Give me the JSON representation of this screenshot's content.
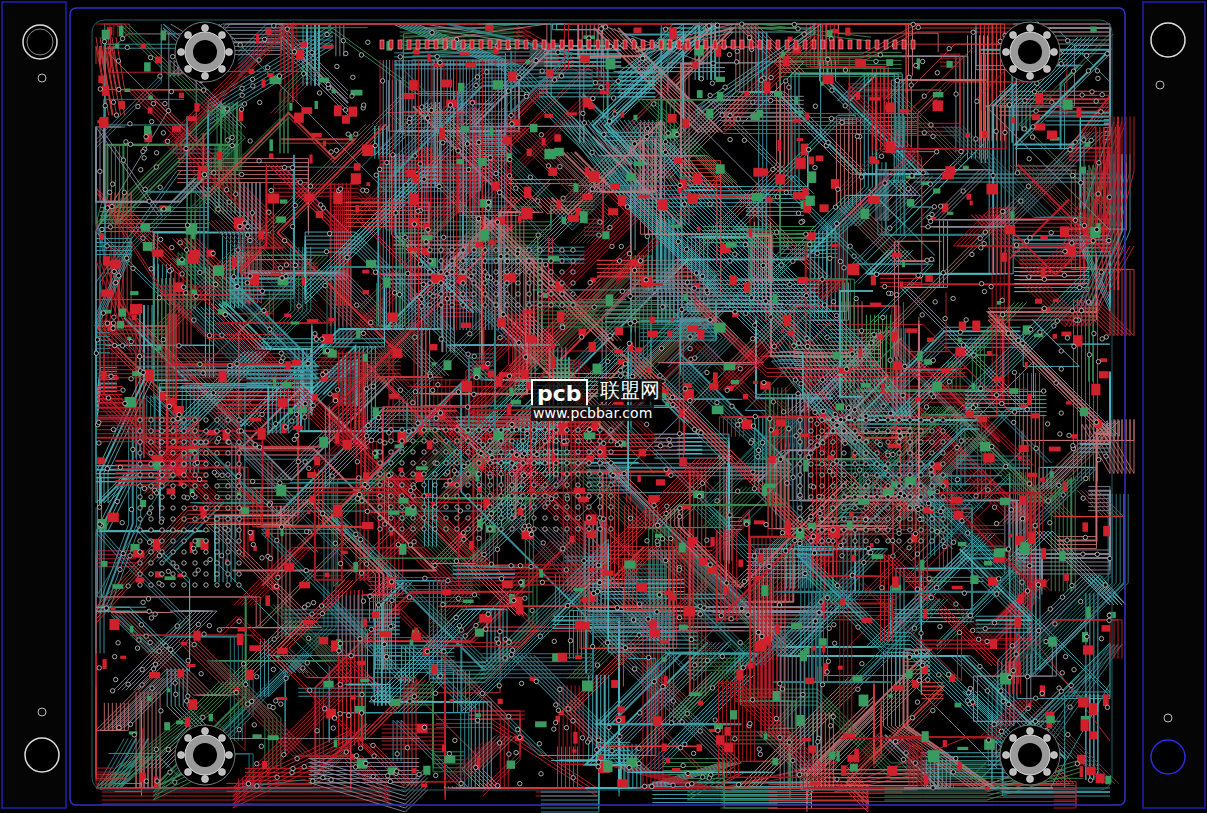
{
  "diagram": {
    "labels": [
      "pcb",
      "联盟网",
      "www.pcbbar.com"
    ]
  }
}
